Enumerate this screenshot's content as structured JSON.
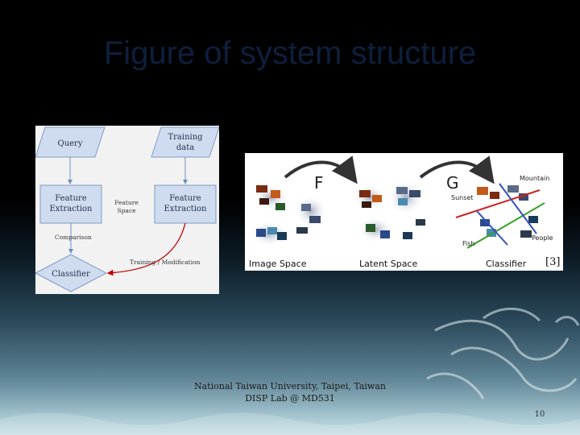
{
  "slide": {
    "title": "Figure of system structure",
    "footer_line1": "National Taiwan University, Taipei, Taiwan",
    "footer_line2": "DISP Lab @ MD531",
    "page_number": "10"
  },
  "flowchart": {
    "query": "Query",
    "training_line1": "Training",
    "training_line2": "data",
    "fe_line1": "Feature",
    "fe_line2": "Extraction",
    "fs_line1": "Feature",
    "fs_line2": "Space",
    "comparison": "Comparison",
    "classifier": "Classifier",
    "training_mod": "Training / Modification"
  },
  "space_figure": {
    "f_label": "F",
    "g_label": "G",
    "image_space": "Image Space",
    "latent_space": "Latent Space",
    "classifier": "Classifier",
    "mountain": "Mountain",
    "sunset": "Sunset",
    "people": "People",
    "fish": "Fish",
    "ref": "[3]"
  },
  "colors": {
    "title": "#0e1f3d",
    "flow_box": "#cfdcef",
    "flow_border": "#7f9bc6",
    "arrow_red": "#c00000"
  }
}
